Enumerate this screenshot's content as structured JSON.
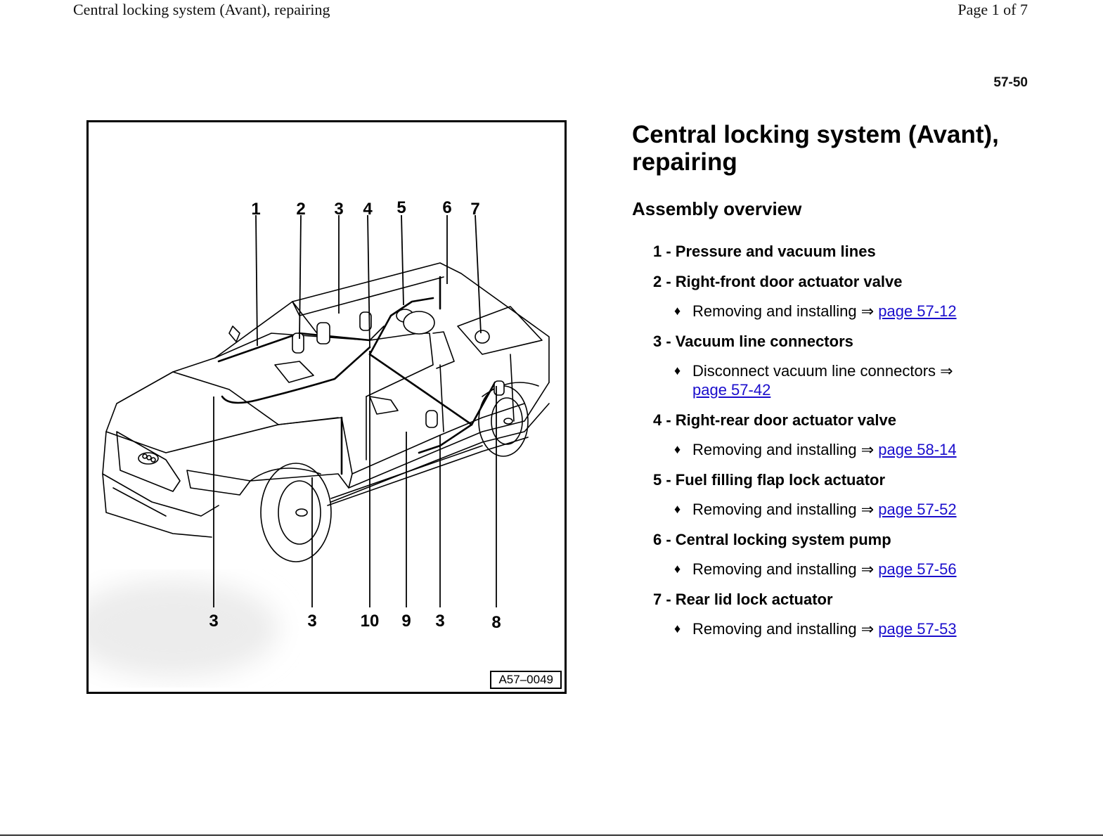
{
  "header": {
    "title": "Central locking system (Avant), repairing",
    "page": "Page 1 of 7"
  },
  "section_number": "57-50",
  "figure": {
    "code": "A57–0049",
    "top_callouts": [
      "1",
      "2",
      "3",
      "4",
      "5",
      "6",
      "7"
    ],
    "bottom_callouts": [
      "3",
      "3",
      "10",
      "9",
      "3",
      "8"
    ]
  },
  "content": {
    "title": "Central locking system (Avant), repairing",
    "subtitle": "Assembly overview",
    "items": [
      {
        "head": "1 - Pressure and vacuum lines"
      },
      {
        "head": "2 - Right-front door actuator valve",
        "bullet": "Removing and installing ⇒",
        "link": "page 57-12"
      },
      {
        "head": "3 - Vacuum line connectors",
        "bullet": "Disconnect vacuum line connectors ⇒",
        "link": "page 57-42"
      },
      {
        "head": "4 - Right-rear door actuator valve",
        "bullet": "Removing and installing ⇒",
        "link": "page 58-14"
      },
      {
        "head": "5 - Fuel filling flap lock actuator",
        "bullet": "Removing and installing ⇒",
        "link": "page 57-52"
      },
      {
        "head": "6 - Central locking system pump",
        "bullet": "Removing and installing ⇒",
        "link": "page 57-56"
      },
      {
        "head": "7 - Rear lid lock actuator",
        "bullet": "Removing and installing ⇒",
        "link": "page 57-53"
      }
    ],
    "bullet_symbol": "♦",
    "link_color": "#1a0dcc"
  }
}
